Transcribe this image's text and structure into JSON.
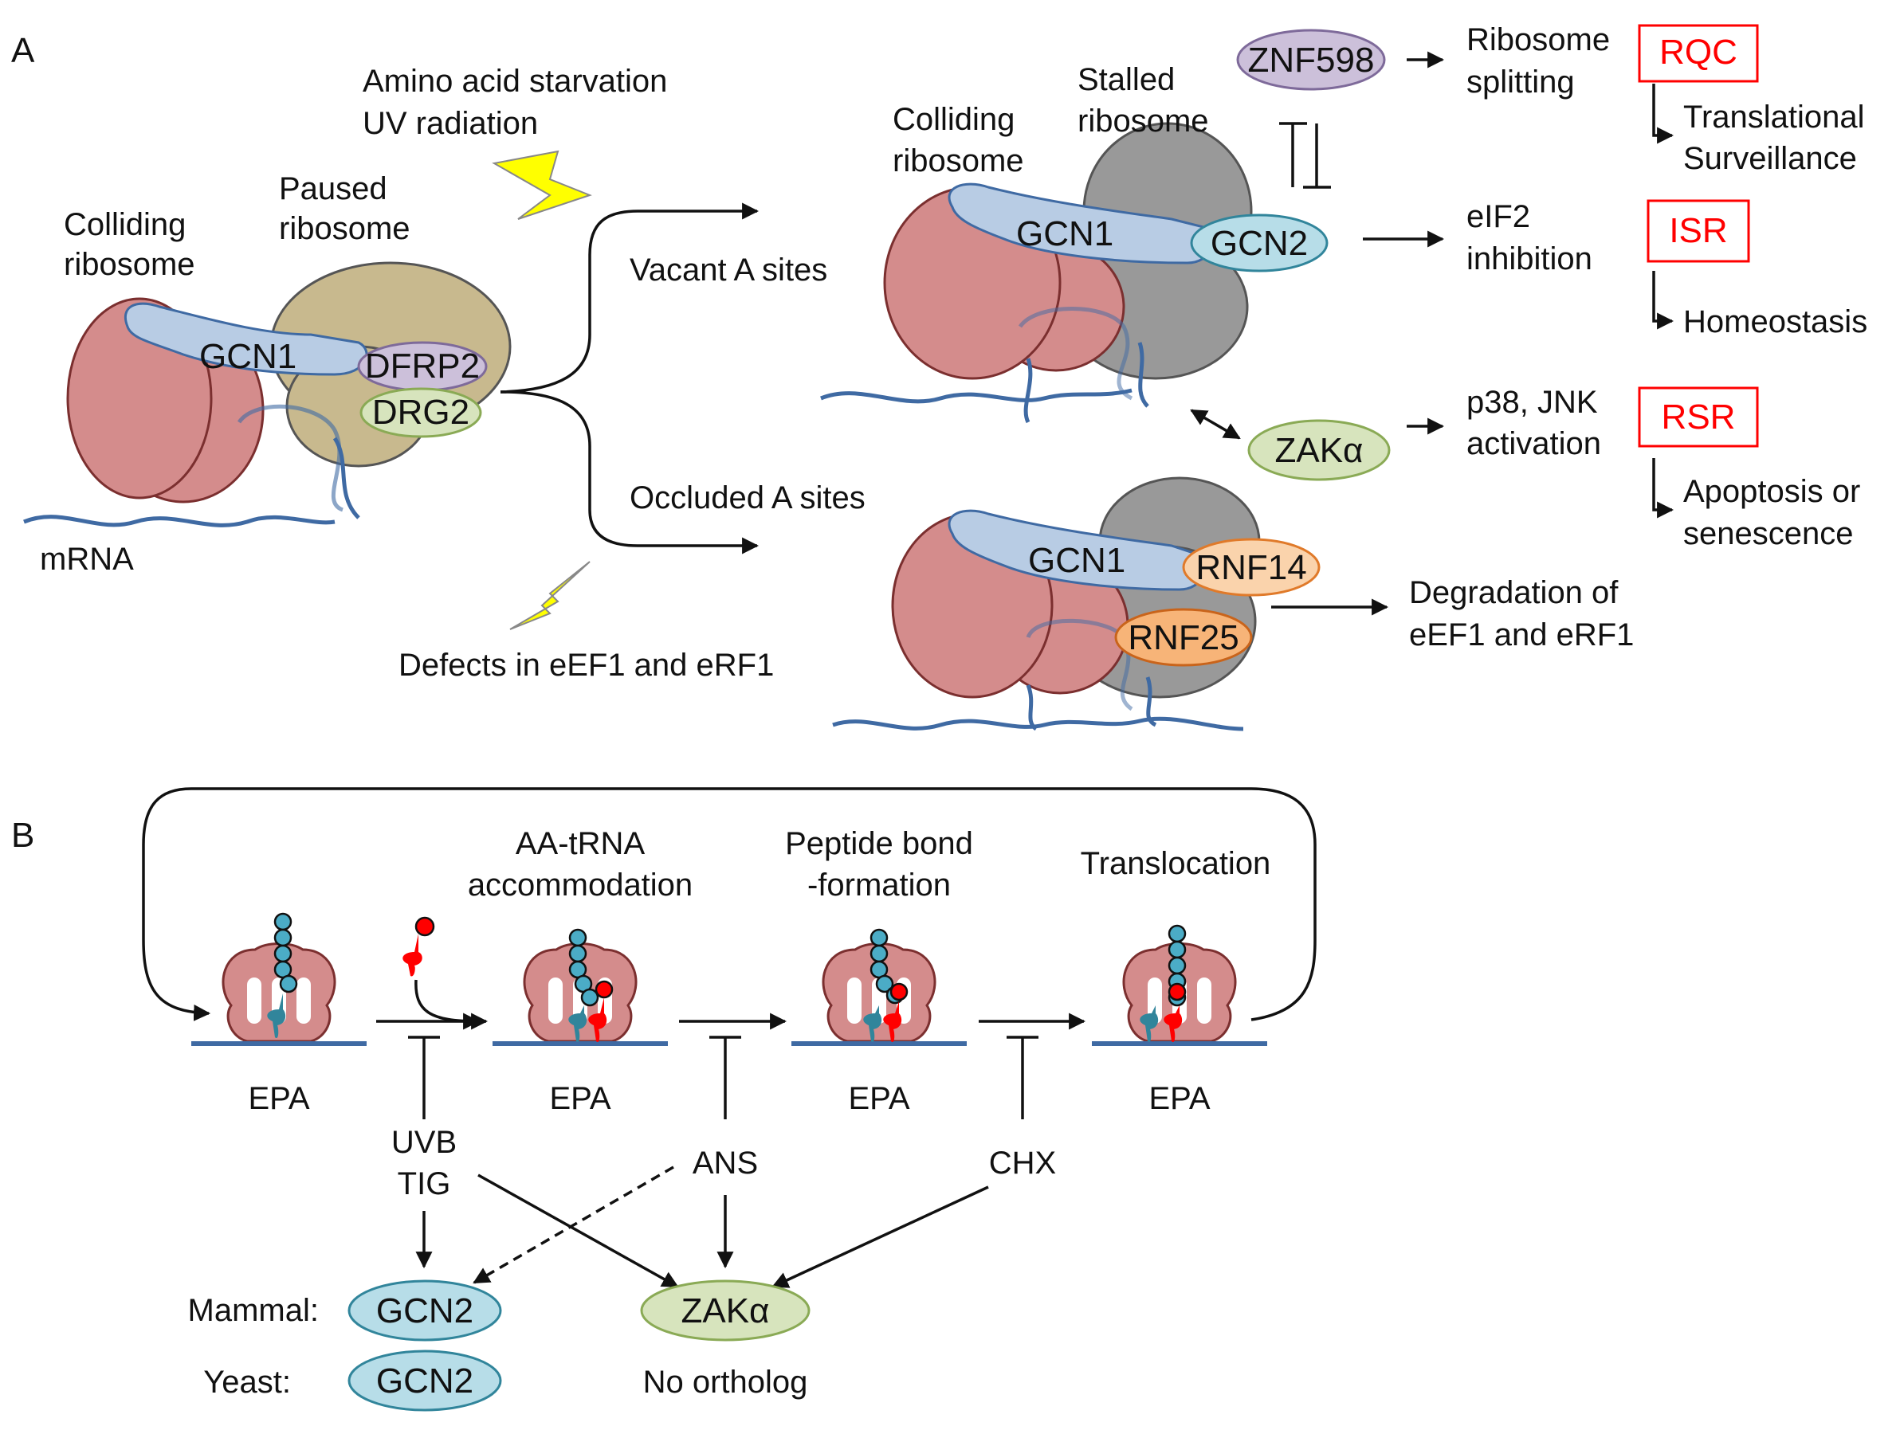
{
  "panel_a": {
    "label": "A",
    "left_complex": {
      "colliding_line1": "Colliding",
      "colliding_line2": "ribosome",
      "paused_line1": "Paused",
      "paused_line2": "ribosome",
      "gcn1": "GCN1",
      "dfrp2": "DFRP2",
      "drg2": "DRG2",
      "mrna": "mRNA"
    },
    "stress_top_line1": "Amino acid starvation",
    "stress_top_line2": "UV radiation",
    "stress_bottom": "Defects in eEF1 and eRF1",
    "branch_top": "Vacant A sites",
    "branch_bottom": "Occluded A sites",
    "top_complex": {
      "colliding_line1": "Colliding",
      "colliding_line2": "ribosome",
      "stalled_line1": "Stalled",
      "stalled_line2": "ribosome",
      "gcn1": "GCN1",
      "gcn2": "GCN2",
      "znf598": "ZNF598",
      "zak": "ZAKα"
    },
    "bottom_complex": {
      "gcn1": "GCN1",
      "rnf14": "RNF14",
      "rnf25": "RNF25"
    },
    "outcomes": {
      "ribo_split_line1": "Ribosome",
      "ribo_split_line2": "splitting",
      "rqc": "RQC",
      "rqc_result_line1": "Translational",
      "rqc_result_line2": "Surveillance",
      "eif2_line1": "eIF2",
      "eif2_line2": "inhibition",
      "isr": "ISR",
      "isr_result": "Homeostasis",
      "p38_line1": "p38, JNK",
      "p38_line2": "activation",
      "rsr": "RSR",
      "rsr_result_line1": "Apoptosis or",
      "rsr_result_line2": "senescence",
      "degradation_line1": "Degradation of",
      "degradation_line2": "eEF1 and eRF1"
    }
  },
  "panel_b": {
    "label": "B",
    "steps": [
      "AA-tRNA",
      "accommodation",
      "Peptide bond",
      "-formation",
      "Translocation"
    ],
    "site_label": "EPA",
    "inhibitors": {
      "uvb": "UVB",
      "tig": "TIG",
      "ans": "ANS",
      "chx": "CHX"
    },
    "mammal_label": "Mammal:",
    "yeast_label": "Yeast:",
    "mammal_gcn2": "GCN2",
    "yeast_gcn2": "GCN2",
    "zak": "ZAKα",
    "no_ortholog": "No ortholog"
  },
  "colors": {
    "ribosome_large_red": "#d48c8c",
    "paused_ribosome": "#c8b98e",
    "stalled_ribosome": "#999999",
    "gcn1": "#b8cce4",
    "dfrp2": "#ccc0da",
    "drg2": "#d7e4bd",
    "gcn2": "#b7dde8",
    "zak": "#d7e4bd",
    "rnf": "#fad3ac",
    "rnf_dark": "#f7b478",
    "lightning": "#ffff00",
    "mrna": "#3f6aa3",
    "outcome_red": "#ff0000",
    "trna_teal": "#31859b",
    "trna_red": "#ff0000"
  }
}
